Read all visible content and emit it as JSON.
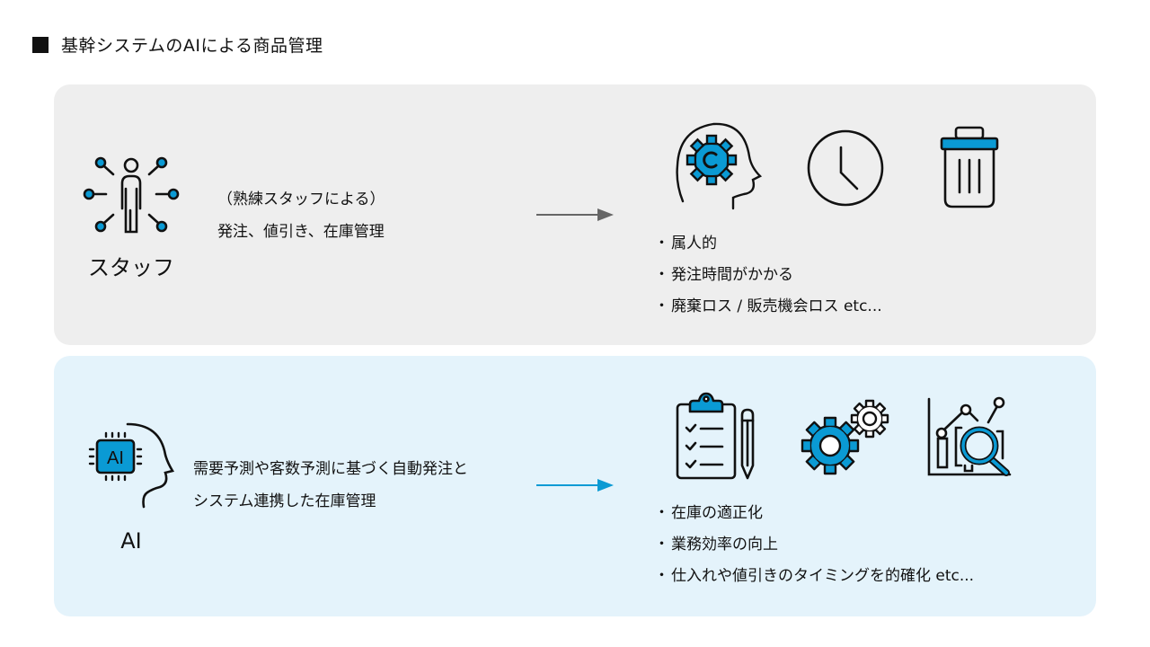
{
  "title": "基幹システムのAIによる商品管理",
  "colors": {
    "accent": "#0a9ad4",
    "staff_bg": "#eeeeee",
    "ai_bg": "#e4f3fb",
    "staff_arrow": "#666666",
    "ai_arrow": "#0a9ad4"
  },
  "staff": {
    "label": "スタッフ",
    "description_line1": "（熟練スタッフによる）",
    "description_line2": "発注、値引き、在庫管理",
    "icons": [
      "head-gear-icon",
      "clock-icon",
      "trash-icon"
    ],
    "issues": [
      "属人的",
      "発注時間がかかる",
      "廃棄ロス / 販売機会ロス etc..."
    ]
  },
  "ai": {
    "label": "AI",
    "chip_text": "AI",
    "description_line1": "需要予測や客数予測に基づく自動発注と",
    "description_line2": "システム連携した在庫管理",
    "icons": [
      "clipboard-checklist-icon",
      "gears-icon",
      "chart-magnifier-icon"
    ],
    "benefits": [
      "在庫の適正化",
      "業務効率の向上",
      "仕入れや値引きのタイミングを的確化 etc..."
    ]
  }
}
